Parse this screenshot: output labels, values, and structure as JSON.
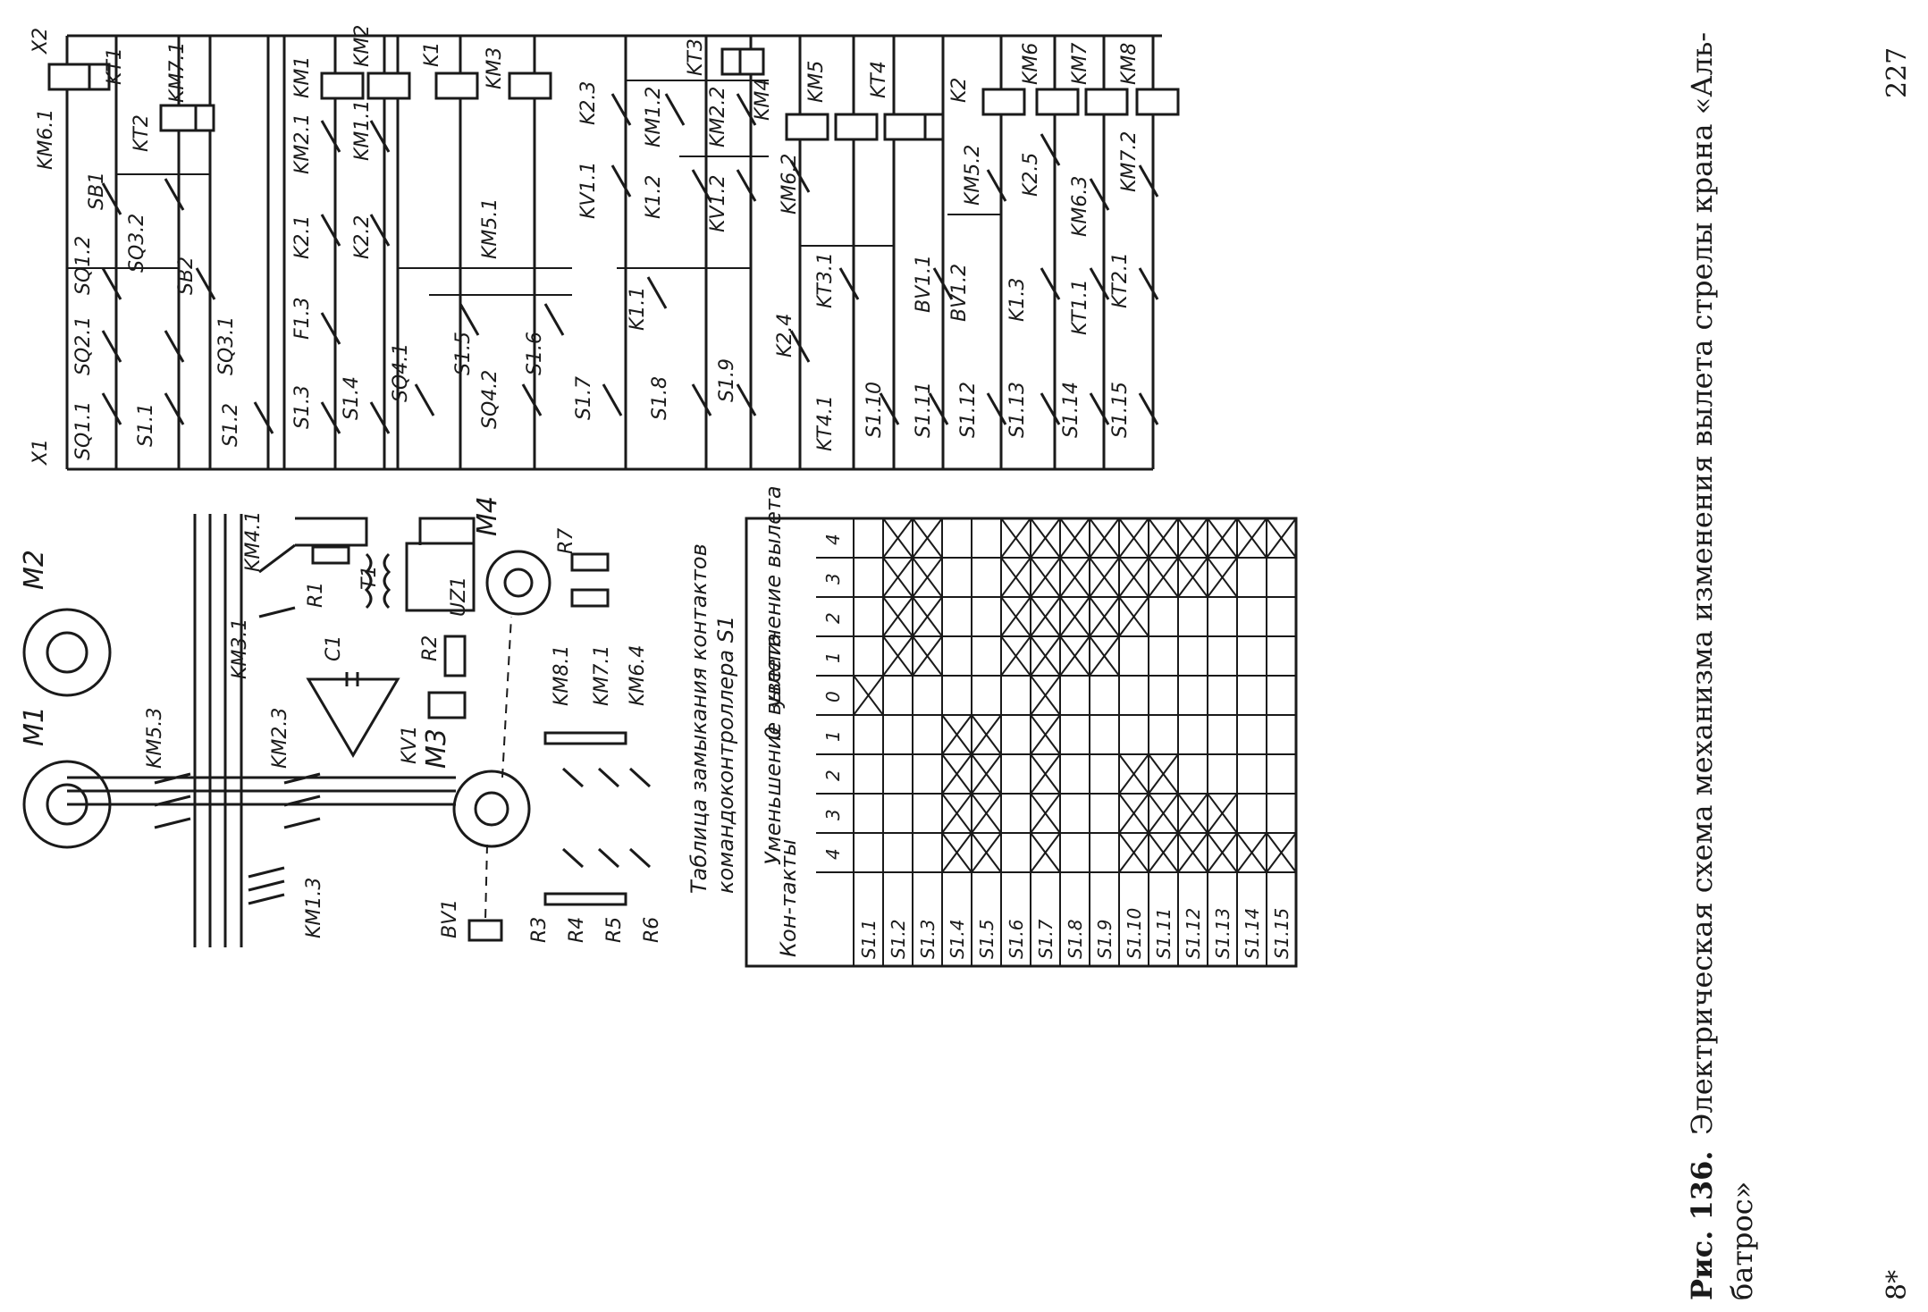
{
  "page_number": "227",
  "page_mark": "8*",
  "caption": {
    "prefix": "Рис. 136.",
    "text_line1": "Электрическая схема механизма изменения вылета стрелы крана «Аль-",
    "text_line2": "батрос»"
  },
  "buses": {
    "left": "X1",
    "right": "X2"
  },
  "motors": [
    "M1",
    "M2",
    "M3",
    "M4"
  ],
  "power_labels": {
    "contactors": [
      "KM5.3",
      "KM2.3",
      "KM1.3",
      "KM3.1",
      "KM4.1",
      "KM8.1",
      "KM7.1",
      "KM6.4"
    ],
    "components": [
      "C1",
      "R1",
      "T1",
      "UZ1",
      "R2",
      "KV1",
      "BV1",
      "R7"
    ],
    "rotor_resistors": [
      "R3",
      "R4",
      "R5",
      "R6"
    ]
  },
  "control_rungs": [
    {
      "contacts": [
        "SQ1.1",
        "SQ2.1",
        "SQ1.2",
        "SB1"
      ],
      "coil": "KM6.1 / KT1"
    },
    {
      "contacts": [
        "S1.1",
        "SQ3.1",
        "SB2",
        "SQ3.2"
      ],
      "coil": "KT2 / KM7.1"
    },
    {
      "contacts": [
        "S1.2"
      ],
      "coil": ""
    },
    {
      "contacts": [
        "S1.3",
        "F1.3",
        "K2.1",
        "KM2.1"
      ],
      "coil": "KM1"
    },
    {
      "contacts": [
        "S1.4",
        "K2.2",
        "KM1.1"
      ],
      "coil": "KM2"
    },
    {
      "contacts": [
        "SQ4.1",
        "S1.5",
        "SQ4.2",
        "S1.6"
      ],
      "coil": "K1"
    },
    {
      "contacts": [
        "S1.7",
        "KM5.1"
      ],
      "coil": "KM3"
    },
    {
      "contacts": [
        "S1.8",
        "K1.1",
        "KV1.1",
        "K1.2",
        "K2.3"
      ],
      "coil": "KT3"
    },
    {
      "contacts": [
        "S1.9",
        "KV1.2",
        "KM1.2",
        "KM2.2"
      ],
      "coil": "KM4"
    },
    {
      "contacts": [
        "K2.4",
        "KT4.1",
        "KT3.1",
        "KM6.2"
      ],
      "coil": "KM5"
    },
    {
      "contacts": [
        "S1.10"
      ],
      "coil": "KT4"
    },
    {
      "contacts": [
        "S1.11",
        "BV1.1",
        "BV1.2",
        "KM5.2"
      ],
      "coil": "K2"
    },
    {
      "contacts": [
        "S1.12",
        "S1.13",
        "K1.3",
        "K2.5"
      ],
      "coil": "KM6"
    },
    {
      "contacts": [
        "S1.14",
        "KT1.1",
        "KM6.3"
      ],
      "coil": "KM7"
    },
    {
      "contacts": [
        "S1.15",
        "KT2.1",
        "KM7.2"
      ],
      "coil": "KM8"
    }
  ],
  "table": {
    "title_line1": "Таблица замыкания контактов",
    "title_line2": "командоконтроллера S1",
    "header_contacts": "Кон-такты",
    "header_decrease": "Уменьшение вылета",
    "header_zero": "0",
    "header_increase": "увеличение вылета",
    "positions": [
      "4",
      "3",
      "2",
      "1",
      "0",
      "1",
      "2",
      "3",
      "4"
    ],
    "rows": [
      {
        "contact": "S1.1",
        "closed": [
          false,
          false,
          false,
          false,
          true,
          false,
          false,
          false,
          false
        ]
      },
      {
        "contact": "S1.2",
        "closed": [
          false,
          false,
          false,
          false,
          false,
          true,
          true,
          true,
          true
        ]
      },
      {
        "contact": "S1.3",
        "closed": [
          false,
          false,
          false,
          false,
          false,
          true,
          true,
          true,
          true
        ]
      },
      {
        "contact": "S1.4",
        "closed": [
          true,
          true,
          true,
          true,
          false,
          false,
          false,
          false,
          false
        ]
      },
      {
        "contact": "S1.5",
        "closed": [
          true,
          true,
          true,
          true,
          false,
          false,
          false,
          false,
          false
        ]
      },
      {
        "contact": "S1.6",
        "closed": [
          false,
          false,
          false,
          false,
          false,
          true,
          true,
          true,
          true
        ]
      },
      {
        "contact": "S1.7",
        "closed": [
          true,
          true,
          true,
          true,
          true,
          true,
          true,
          true,
          true
        ]
      },
      {
        "contact": "S1.8",
        "closed": [
          false,
          false,
          false,
          false,
          false,
          true,
          true,
          true,
          true
        ]
      },
      {
        "contact": "S1.9",
        "closed": [
          false,
          false,
          false,
          false,
          false,
          true,
          true,
          true,
          true
        ]
      },
      {
        "contact": "S1.10",
        "closed": [
          true,
          true,
          true,
          false,
          false,
          false,
          true,
          true,
          true
        ]
      },
      {
        "contact": "S1.11",
        "closed": [
          true,
          true,
          true,
          false,
          false,
          false,
          false,
          true,
          true
        ]
      },
      {
        "contact": "S1.12",
        "closed": [
          true,
          true,
          false,
          false,
          false,
          false,
          false,
          true,
          true
        ]
      },
      {
        "contact": "S1.13",
        "closed": [
          true,
          true,
          false,
          false,
          false,
          false,
          false,
          true,
          true
        ]
      },
      {
        "contact": "S1.14",
        "closed": [
          true,
          false,
          false,
          false,
          false,
          false,
          false,
          false,
          true
        ]
      },
      {
        "contact": "S1.15",
        "closed": [
          true,
          false,
          false,
          false,
          false,
          false,
          false,
          false,
          true
        ]
      }
    ]
  }
}
